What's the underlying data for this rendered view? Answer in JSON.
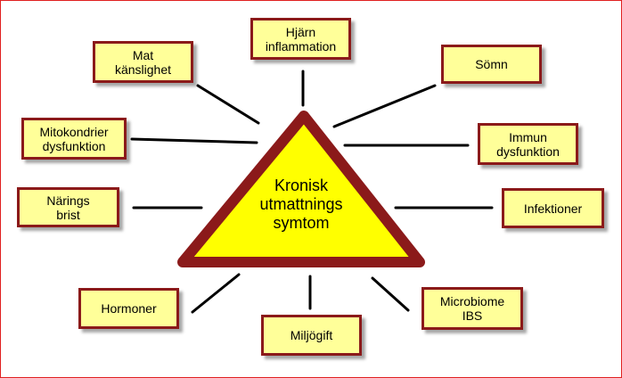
{
  "diagram": {
    "center": {
      "label": "Kronisk\nutmattnings\nsymtom"
    },
    "nodes": {
      "brain": "Hjärn\ninflammation",
      "food": "Mat\nkänslighet",
      "sleep": "Sömn",
      "mito": "Mitokondrier\ndysfunktion",
      "immune": "Immun\ndysfunktion",
      "nutrition": "Närings\nbrist",
      "infections": "Infektioner",
      "hormones": "Hormoner",
      "toxins": "Miljögift",
      "microbiome": "Microbiome\nIBS"
    }
  },
  "colors": {
    "box_fill": "#ffff99",
    "box_border": "#8b1a1a",
    "triangle_fill": "#ffff00",
    "triangle_border": "#8b1a1a",
    "connector": "#000000"
  }
}
